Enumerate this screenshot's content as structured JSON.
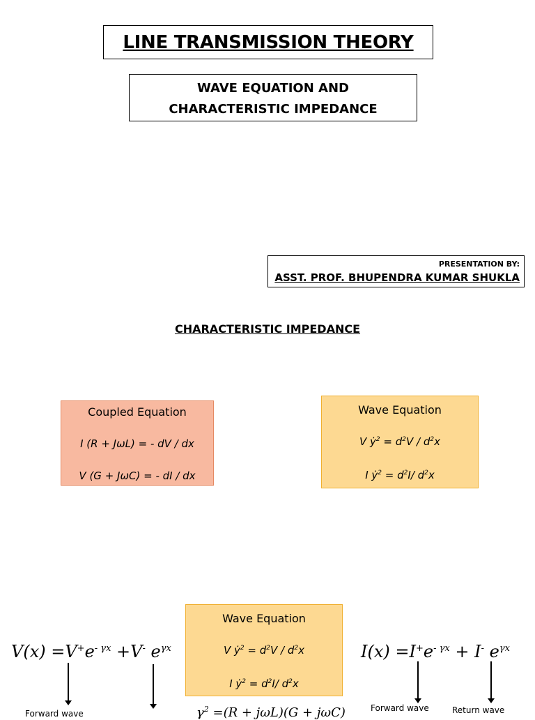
{
  "title": "LINE TRANSMISSION THEORY",
  "subtitle": {
    "line1": "WAVE EQUATION AND",
    "line2": "CHARACTERISTIC IMPEDANCE"
  },
  "presenter": {
    "label": "PRESENTATION BY:",
    "name": "ASST. PROF. BHUPENDRA KUMAR SHUKLA"
  },
  "section_heading": "CHARACTERISTIC IMPEDANCE",
  "coupled_equation": {
    "title": "Coupled Equation",
    "eq1": "I   (R + JωL) = - dV / dx",
    "eq2": "V  (G + JωC) = - dI / dx"
  },
  "wave_equation": {
    "title": "Wave Equation",
    "eq1_left": "V ẏ",
    "eq1_right": " = d",
    "eq1_tail": "V / d",
    "eq1_end": "x",
    "eq2_left": "I ẏ",
    "eq2_right": " = d",
    "eq2_tail": "I/ d",
    "eq2_end": "x",
    "exp": "2"
  },
  "voltage_eq": {
    "lhs": "V(x) =V",
    "t1": "e",
    "mid": " +V",
    "t2": "e",
    "plus": "+",
    "minus": "-",
    "exp1": "- γx",
    "exp2": "γx"
  },
  "current_eq": {
    "lhs": "I(x) =I",
    "t1": "e",
    "mid": " + I",
    "t2": "e",
    "plus": "+",
    "minus": "-",
    "exp1": "- γx",
    "exp2": "γx"
  },
  "labels": {
    "forward": "Forward wave",
    "return": "Return wave"
  },
  "gamma_eq": "γ",
  "gamma_rhs": " =(R + jωL)(G + jωC)",
  "gamma_exp": "2"
}
